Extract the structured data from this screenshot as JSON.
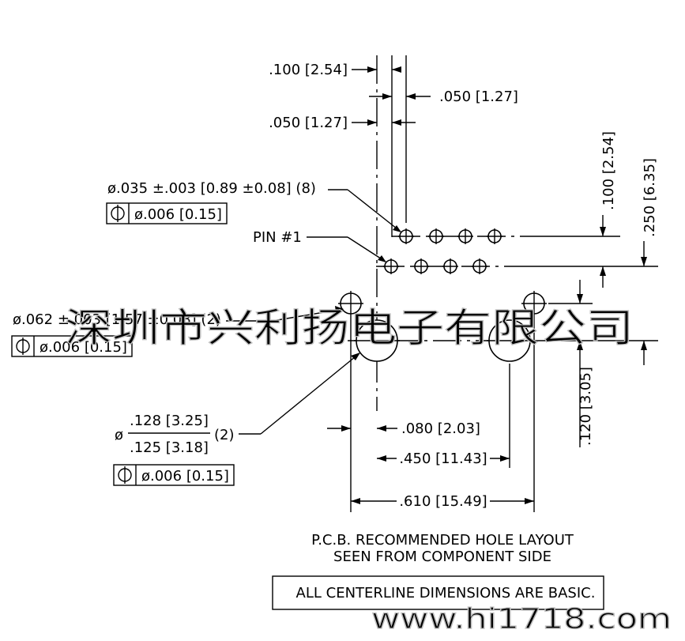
{
  "dimensions": {
    "pitch_h_outer": ".100 [2.54]",
    "pitch_h_half_right": ".050 [1.27]",
    "pitch_h_half_left": ".050 [1.27]",
    "pitch_v_row": ".100 [2.54]",
    "pitch_v_total": ".250 [6.35]",
    "pitch_v_lower": ".120 [3.05]",
    "offset_080": ".080 [2.03]",
    "span_450": ".450 [11.43]",
    "span_610": ".610 [15.49]"
  },
  "callouts": {
    "small_holes": "ø.035 ±.003 [0.89 ±0.08] (8)",
    "small_holes_fcf": "ø.006 [0.15]",
    "pin1": "PIN #1",
    "mid_holes": "ø.062 ±.003 [1.57 ±0.08] (2)",
    "mid_holes_fcf": "ø.006 [0.15]",
    "big_holes_prefix": "ø",
    "big_holes_upper": ".128 [3.25]",
    "big_holes_lower": ".125 [3.18]",
    "big_holes_count": "(2)",
    "big_holes_fcf": "ø.006 [0.15]"
  },
  "notes": {
    "caption_line1": "P.C.B. RECOMMENDED HOLE LAYOUT",
    "caption_line2": "SEEN FROM COMPONENT SIDE",
    "basic_note": "ALL CENTERLINE DIMENSIONS ARE BASIC."
  },
  "watermarks": {
    "company": "深圳市兴利扬电子有限公司",
    "site": "www.hi1718.com"
  }
}
